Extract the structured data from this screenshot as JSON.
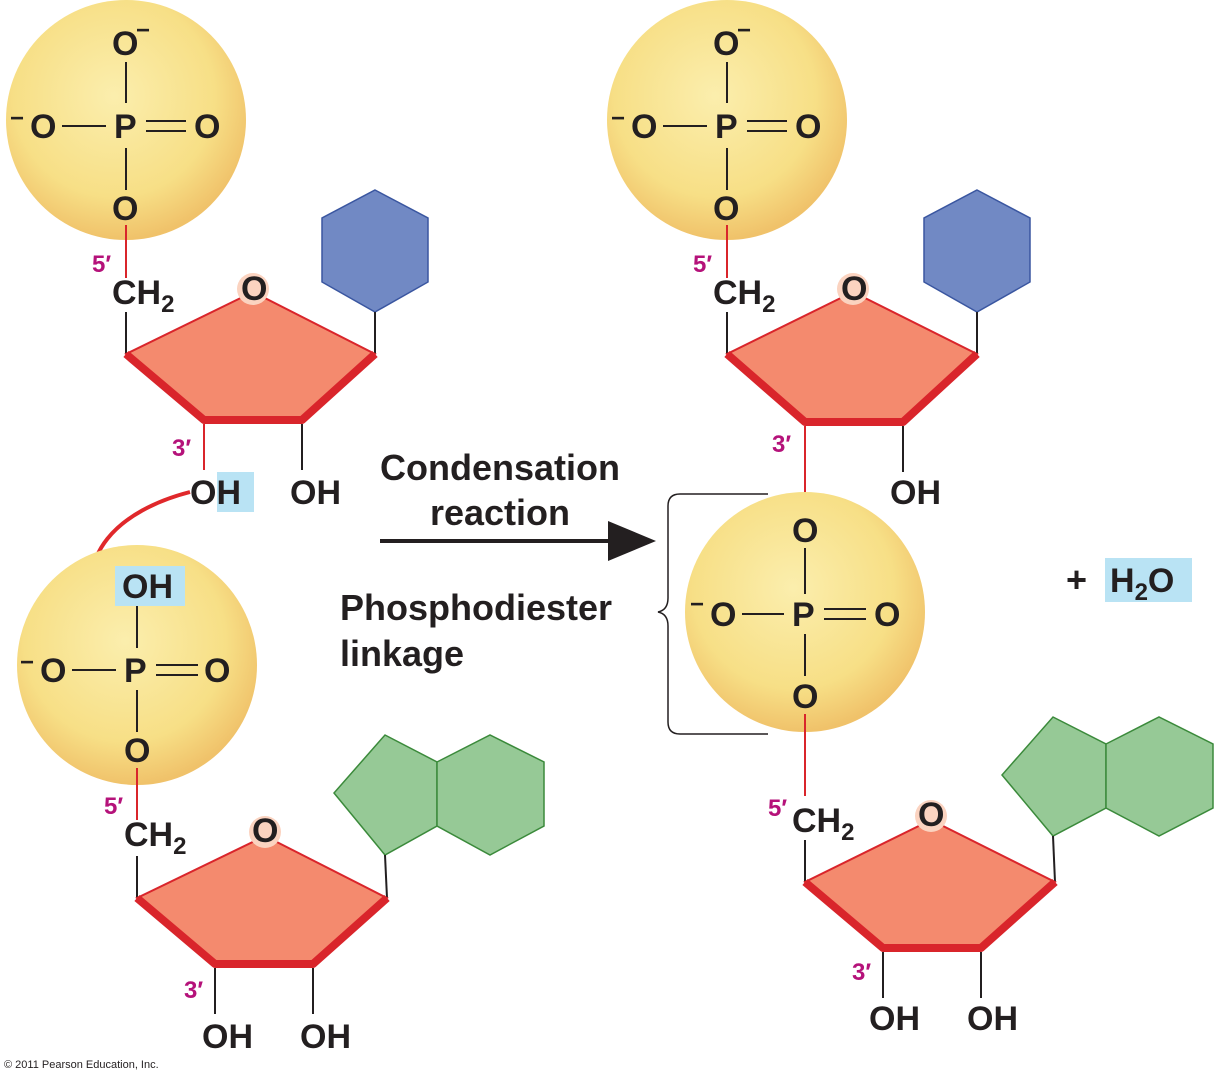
{
  "atoms": {
    "O": "O",
    "O_minus": "O",
    "minus": "−",
    "P": "P",
    "OH": "OH",
    "CH": "CH",
    "H": "H",
    "two": "2"
  },
  "primes": {
    "five": "5′",
    "three": "3′"
  },
  "labels": {
    "condensation_line1": "Condensation",
    "condensation_line2": "reaction",
    "phosphodiester_line1": "Phosphodiester",
    "phosphodiester_line2": "linkage",
    "plus": "+"
  },
  "copyright": "© 2011 Pearson Education, Inc.",
  "colors": {
    "phosphate_sphere": "#f7e28a",
    "sugar_fill": "#f48a6e",
    "sugar_edge": "#d9252b",
    "pyrimidine": "#7189c4",
    "purine": "#96c996",
    "highlight": "#b9e3f4",
    "arrow_red": "#e0282b",
    "prime_magenta": "#b5127a"
  }
}
